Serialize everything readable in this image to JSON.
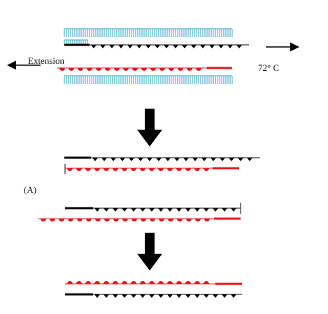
{
  "labels": {
    "extension": "Extension",
    "temperature": "72° C",
    "panel_a": "(A)"
  },
  "colors": {
    "template_strand": "#000000",
    "extension_strand": "#e8141c",
    "primer_bases": "#2aa7c9",
    "arrows": "#000000"
  },
  "icons": {
    "forward_arrow": "arrow-right-icon",
    "extension_arrow": "arrow-left-icon",
    "process_arrow": "arrow-down-icon"
  }
}
